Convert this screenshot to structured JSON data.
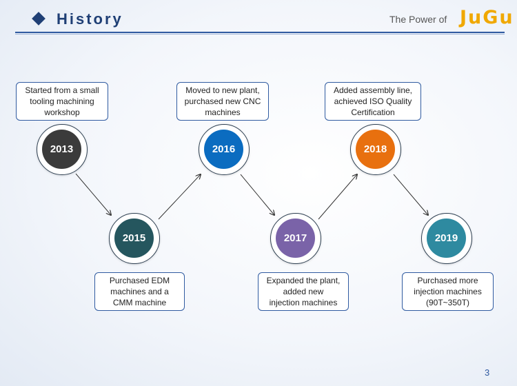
{
  "header": {
    "title": "History",
    "tagline": "The Power of",
    "brand": "JuGu"
  },
  "milestones": [
    {
      "year": "2013",
      "text": "Started from a small\ntooling machining\nworkshop",
      "color": "#3b3b3b"
    },
    {
      "year": "2015",
      "text": "Purchased EDM\nmachines and a\nCMM machine",
      "color": "#25565e"
    },
    {
      "year": "2016",
      "text": "Moved to new plant,\npurchased new CNC\nmachines",
      "color": "#0b6cc0"
    },
    {
      "year": "2017",
      "text": "Expanded the plant,\nadded new\ninjection machines",
      "color": "#7a63a8"
    },
    {
      "year": "2018",
      "text": "Added assembly line,\nachieved ISO Quality\nCertification",
      "color": "#e8700f"
    },
    {
      "year": "2019",
      "text": "Purchased more\ninjection machines\n(90T~350T)",
      "color": "#2e8aa0"
    }
  ],
  "page_number": "3"
}
